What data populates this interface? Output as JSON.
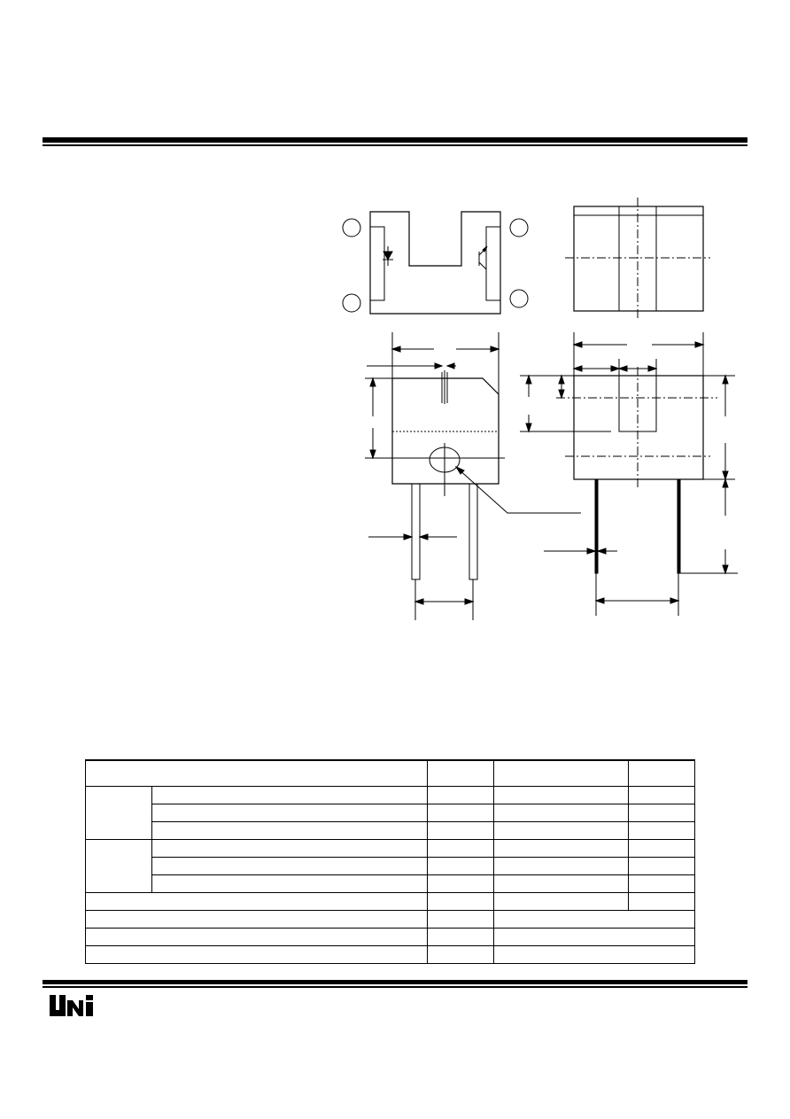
{
  "header": {},
  "package_drawing": {
    "views": [
      "top-view-schematic",
      "front-view",
      "side-view",
      "bottom-view"
    ]
  },
  "ratings_table": {
    "rows": 11,
    "columns": 5
  },
  "footer": {
    "logo_text": "UNi",
    "logo_icon": "company-logo"
  },
  "colors": {
    "ink": "#000000",
    "paper": "#ffffff"
  }
}
